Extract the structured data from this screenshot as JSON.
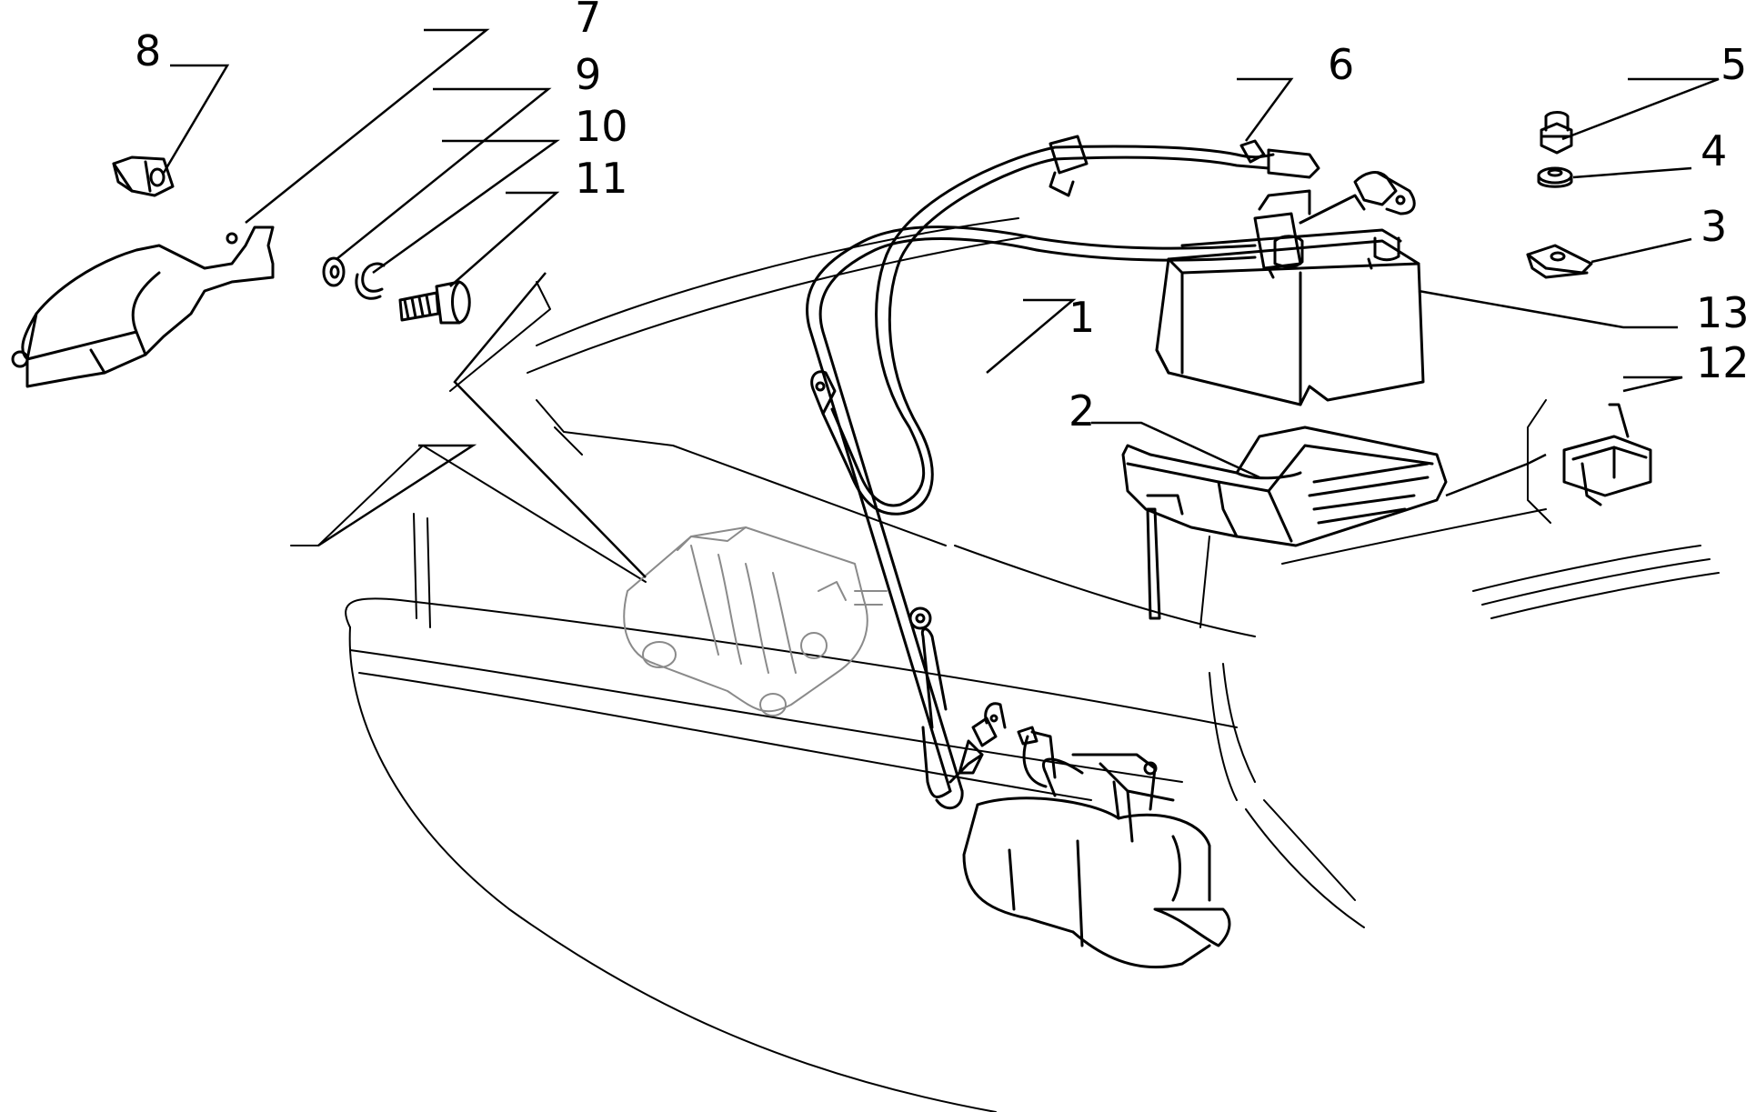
{
  "callouts": [
    {
      "id": "c1",
      "number": "1"
    },
    {
      "id": "c2",
      "number": "2"
    },
    {
      "id": "c3",
      "number": "3"
    },
    {
      "id": "c4",
      "number": "4"
    },
    {
      "id": "c5",
      "number": "5"
    },
    {
      "id": "c6",
      "number": "6"
    },
    {
      "id": "c7",
      "number": "7"
    },
    {
      "id": "c8",
      "number": "8"
    },
    {
      "id": "c9",
      "number": "9"
    },
    {
      "id": "c10",
      "number": "10"
    },
    {
      "id": "c11",
      "number": "11"
    },
    {
      "id": "c12",
      "number": "12"
    },
    {
      "id": "c13",
      "number": "13"
    }
  ],
  "colors": {
    "line": "#000000",
    "faint_line": "#8a8a8a",
    "background": "#ffffff"
  }
}
